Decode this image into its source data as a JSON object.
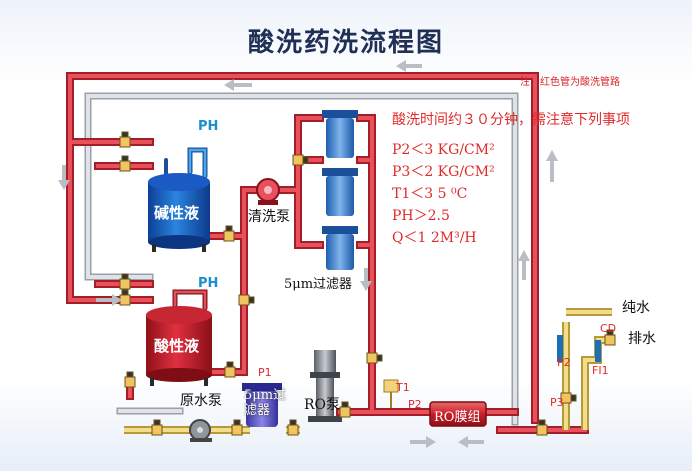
{
  "title": "酸洗药洗流程图",
  "note": "注：红色管为酸洗管路",
  "requirements": {
    "header": "酸洗时间约３０分钟，需注意下列事项",
    "items": [
      "P2＜3 KG/CM²",
      "P3＜2 KG/CM²",
      "T1＜3 5 ⁰C",
      "PH＞2.5",
      "Q＜1  2M³/H"
    ]
  },
  "labels": {
    "alkali_tank": "碱性液",
    "acid_tank": "酸性液",
    "cleaning_pump": "清洗泵",
    "filter_5um": "5μm过滤器",
    "raw_pump": "原水泵",
    "small_filter": "5μm过\n滤器",
    "ro_pump": "RO泵",
    "ro_membrane": "RO膜组",
    "pure_water": "纯水",
    "drain": "排水",
    "ph_top": "PH",
    "ph_bottom": "PH",
    "p1": "P1",
    "p2": "P2",
    "p2_right": "P2",
    "p3": "P3",
    "t1": "T1",
    "cd": "CD",
    "fi1": "FI1"
  },
  "colors": {
    "acid_pipe": "#e23a44",
    "grey_pipe": "#bfc3c9",
    "alkali_tank": "#1e64c8",
    "acid_tank": "#c8202e",
    "pure_pipe": "#efd477",
    "blue_pipe": "#2f8fd8"
  }
}
